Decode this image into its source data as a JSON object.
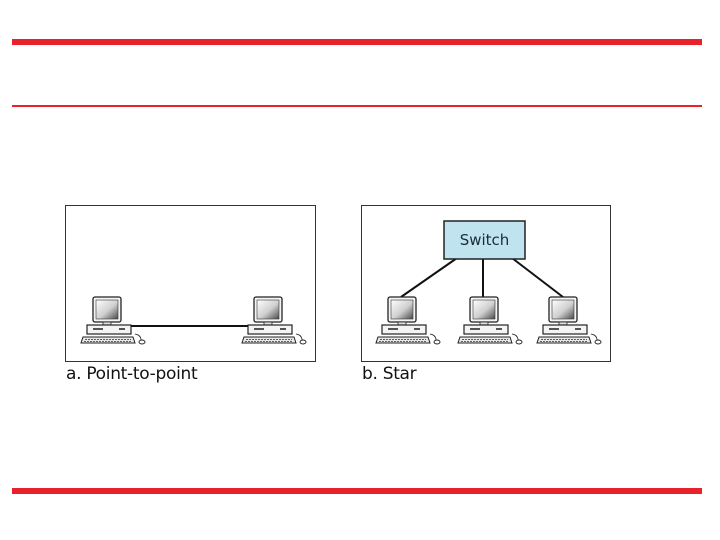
{
  "diagrams": [
    {
      "caption": "a. Point-to-point"
    },
    {
      "caption": "b. Star",
      "hub_label": "Switch"
    }
  ],
  "colors": {
    "accent_rule": "#e8212a",
    "switch_fill": "#bfe3ef",
    "frame": "#333333"
  },
  "icons": [
    "computer-icon"
  ]
}
